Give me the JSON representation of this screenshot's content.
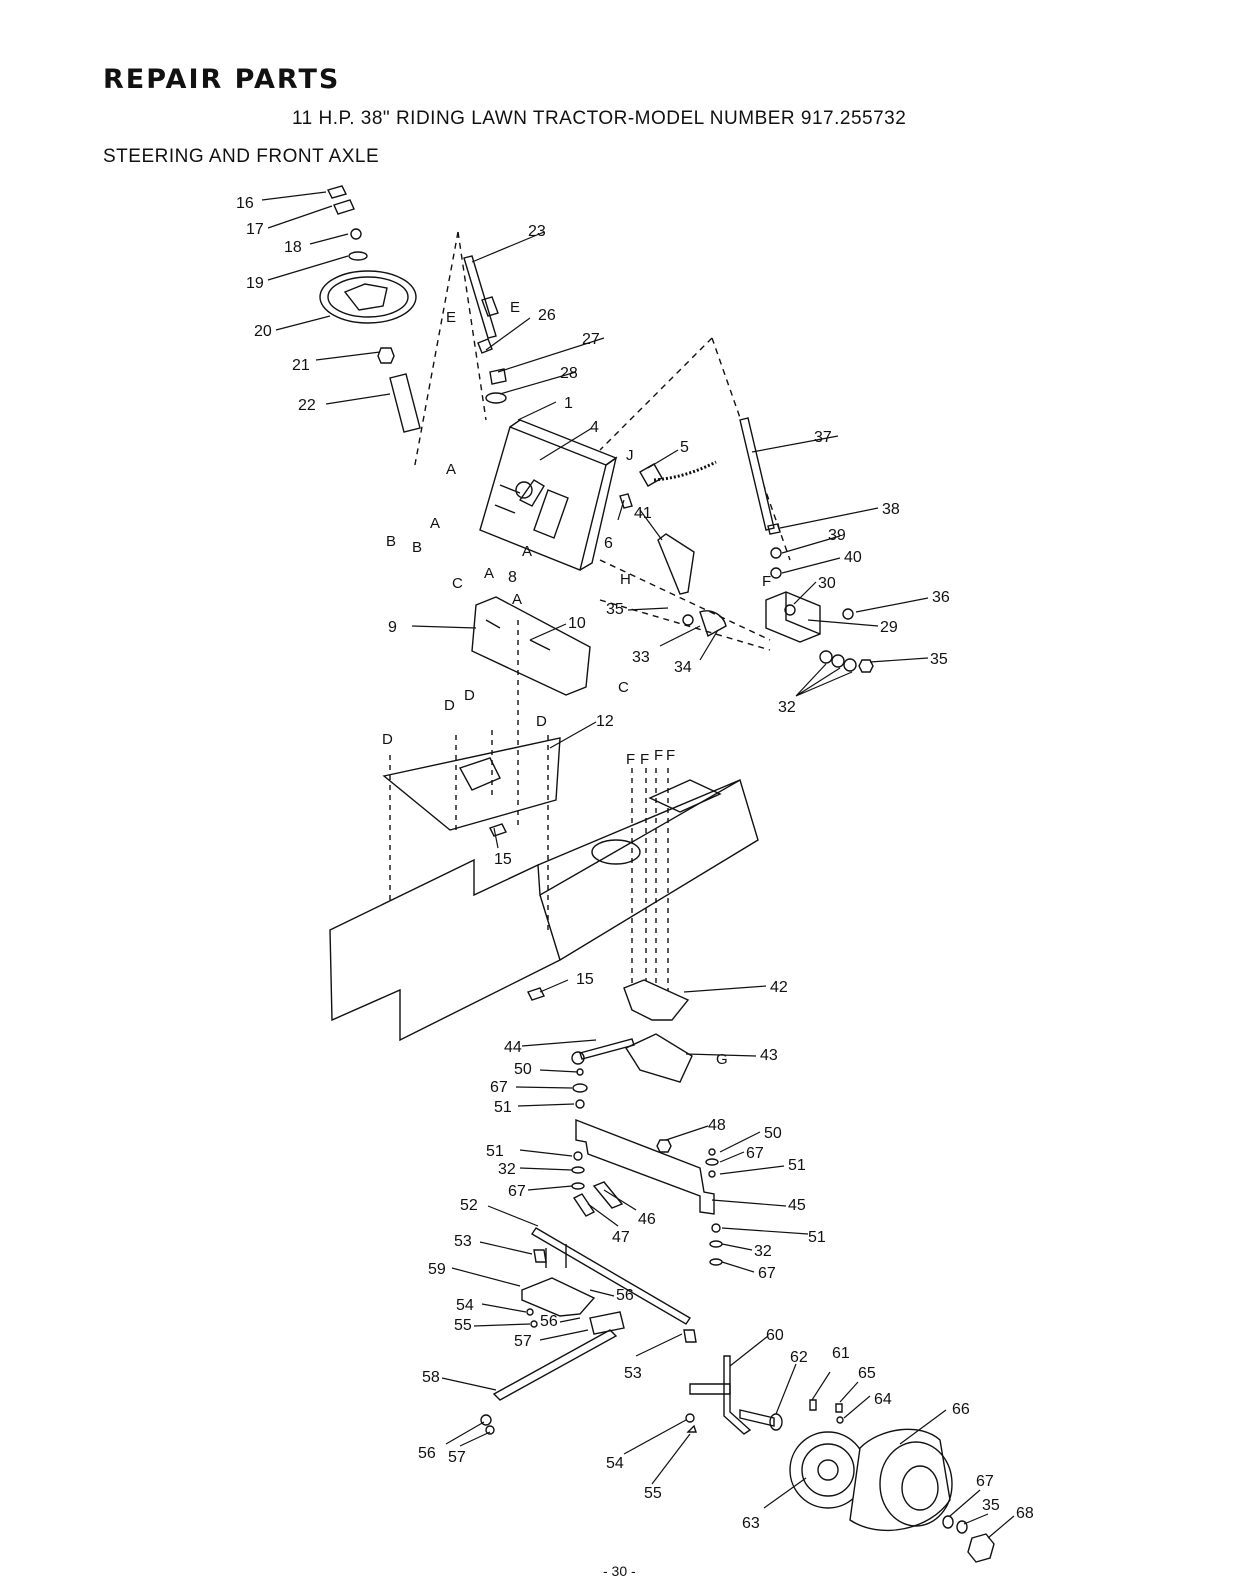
{
  "header": {
    "title": "REPAIR PARTS",
    "model_line": "11 H.P. 38\" RIDING LAWN TRACTOR-MODEL NUMBER 917.255732",
    "section": "STEERING AND FRONT AXLE"
  },
  "footer": {
    "page_number": "- 30 -"
  },
  "callouts": [
    "16",
    "17",
    "18",
    "19",
    "20",
    "21",
    "22",
    "23",
    "26",
    "27",
    "28",
    "1",
    "4",
    "5",
    "37",
    "38",
    "39",
    "40",
    "30",
    "36",
    "29",
    "35",
    "32",
    "33",
    "34",
    "41",
    "6",
    "8",
    "9",
    "10",
    "12",
    "15",
    "42",
    "44",
    "43",
    "50",
    "67",
    "51",
    "48",
    "45",
    "47",
    "46",
    "52",
    "53",
    "59",
    "56",
    "54",
    "55",
    "57",
    "58",
    "60",
    "61",
    "62",
    "65",
    "64",
    "66",
    "63",
    "68"
  ],
  "connection_letters": [
    "A",
    "B",
    "C",
    "D",
    "E",
    "F",
    "G",
    "H",
    "J"
  ]
}
